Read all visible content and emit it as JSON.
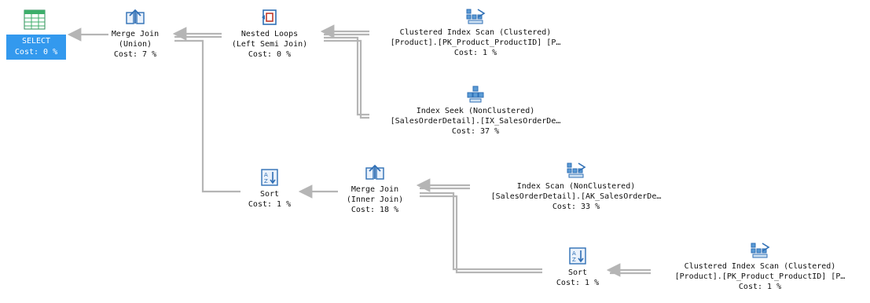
{
  "nodes": {
    "select": {
      "title": "SELECT",
      "cost": "Cost: 0 %"
    },
    "merge_join_union": {
      "title": "Merge Join",
      "subtitle": "(Union)",
      "cost": "Cost: 7 %"
    },
    "nested_loops": {
      "title": "Nested Loops",
      "subtitle": "(Left Semi Join)",
      "cost": "Cost: 0 %"
    },
    "clustered_scan_1": {
      "title": "Clustered Index Scan (Clustered)",
      "subtitle": "[Product].[PK_Product_ProductID] [P…",
      "cost": "Cost: 1 %"
    },
    "index_seek": {
      "title": "Index Seek (NonClustered)",
      "subtitle": "[SalesOrderDetail].[IX_SalesOrderDe…",
      "cost": "Cost: 37 %"
    },
    "sort_1": {
      "title": "Sort",
      "cost": "Cost: 1 %"
    },
    "merge_join_inner": {
      "title": "Merge Join",
      "subtitle": "(Inner Join)",
      "cost": "Cost: 18 %"
    },
    "index_scan": {
      "title": "Index Scan (NonClustered)",
      "subtitle": "[SalesOrderDetail].[AK_SalesOrderDe…",
      "cost": "Cost: 33 %"
    },
    "sort_2": {
      "title": "Sort",
      "cost": "Cost: 1 %"
    },
    "clustered_scan_2": {
      "title": "Clustered Index Scan (Clustered)",
      "subtitle": "[Product].[PK_Product_ProductID] [P…",
      "cost": "Cost: 1 %"
    }
  },
  "icons": {
    "select": "table-grid-icon",
    "merge_join": "merge-join-icon",
    "nested_loops": "nested-loops-icon",
    "clustered_index_scan": "clustered-index-scan-icon",
    "index_seek": "index-seek-icon",
    "sort": "sort-icon",
    "index_scan": "index-scan-icon"
  },
  "colors": {
    "selected_bg": "#3399ee",
    "arrow": "#b5b5b5",
    "icon_blue": "#2f6fb5"
  }
}
